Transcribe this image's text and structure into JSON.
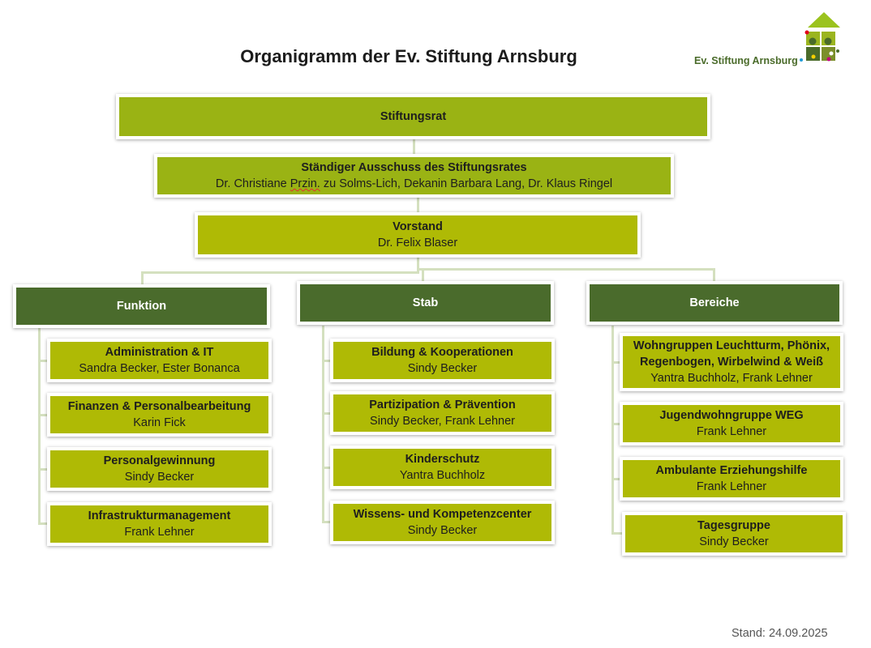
{
  "title": "Organigramm der Ev. Stiftung Arnsburg",
  "logo": {
    "text": "Ev. Stiftung Arnsburg",
    "icon": "house-logo-icon",
    "colors": {
      "roof": "#9bc31e",
      "light": "#9bb51f",
      "dark": "#4a6b2a",
      "olive": "#7b8f2a",
      "red": "#e2001a",
      "yellow": "#f5d000",
      "blue": "#1f9bd7",
      "magenta": "#c4007a"
    }
  },
  "colors": {
    "lime": "#afba05",
    "lime_top": "#9ab314",
    "dark_green": "#4a6b2c",
    "connector": "#d4e0bf"
  },
  "top": {
    "stiftungsrat": {
      "head": "Stiftungsrat"
    },
    "ausschuss": {
      "head": "Ständiger Ausschuss des Stiftungsrates",
      "members_before": "Dr. Christiane ",
      "members_flagged": "Przin.",
      "members_after": " zu Solms-Lich, Dekanin Barbara Lang, Dr. Klaus Ringel"
    },
    "vorstand": {
      "head": "Vorstand",
      "sub": "Dr. Felix Blaser"
    }
  },
  "columns": [
    {
      "head": "Funktion",
      "items": [
        {
          "head": "Administration & IT",
          "sub": "Sandra Becker, Ester Bonanca"
        },
        {
          "head": "Finanzen & Personalbearbeitung",
          "sub": "Karin Fick"
        },
        {
          "head": "Personalgewinnung",
          "sub": "Sindy Becker"
        },
        {
          "head": "Infrastrukturmanagement",
          "sub": "Frank Lehner"
        }
      ]
    },
    {
      "head": "Stab",
      "items": [
        {
          "head": "Bildung & Kooperationen",
          "sub": "Sindy Becker"
        },
        {
          "head": "Partizipation & Prävention",
          "sub": "Sindy Becker, Frank Lehner"
        },
        {
          "head": "Kinderschutz",
          "sub": "Yantra Buchholz"
        },
        {
          "head": "Wissens- und Kompetenzcenter",
          "sub": "Sindy Becker"
        }
      ]
    },
    {
      "head": "Bereiche",
      "items": [
        {
          "head": "Wohngruppen Leuchtturm, Phönix,",
          "head2": "Regenbogen, Wirbelwind & Weiß",
          "sub": "Yantra Buchholz, Frank Lehner"
        },
        {
          "head": "Jugendwohngruppe WEG",
          "sub": "Frank Lehner"
        },
        {
          "head": "Ambulante Erziehungshilfe",
          "sub": "Frank Lehner"
        },
        {
          "head": "Tagesgruppe",
          "sub": "Sindy Becker"
        }
      ]
    }
  ],
  "footer": {
    "stand": "Stand: 24.09.2025"
  }
}
